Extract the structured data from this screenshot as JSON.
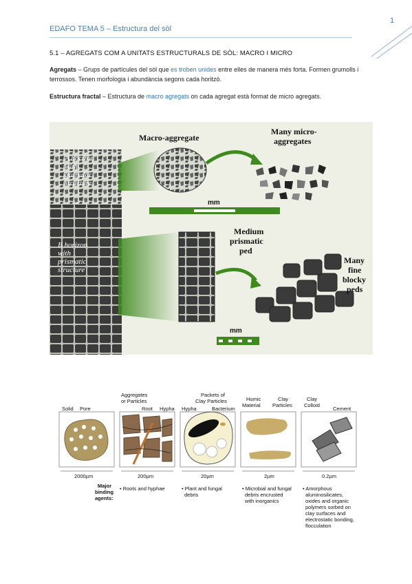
{
  "header": {
    "title": "EDAFO TEMA 5 – Estructura del sòl",
    "page_number": "1"
  },
  "section": {
    "title": "5.1 – AGREGATS COM A UNITATS ESTRUCTURALS DE SÒL: MACRO I MICRO"
  },
  "paragraphs": {
    "p1_term": "Agregats",
    "p1_a": " – Grups de partícules del sòl que ",
    "p1_link": "es troben unides",
    "p1_b": " entre elles de manera més forta. Formen grumolls i terrossos. Tenen morfologia i abundància segons cada horitzó.",
    "p2_term": "Estructura fractal",
    "p2_a": " – Estructura de ",
    "p2_link": "macro agregats",
    "p2_b": " on cada agregat està format de micro agregats."
  },
  "figure1": {
    "a_horizon_label_1": "A horizon",
    "a_horizon_label_2": "with",
    "a_horizon_label_3": "granular",
    "a_horizon_label_4": "structure",
    "b_horizon_label_1": "B horizon",
    "b_horizon_label_2": "with",
    "b_horizon_label_3": "prismatic",
    "b_horizon_label_4": "structure",
    "macro_label": "Macro-aggregate",
    "micro_label_1": "Many micro-",
    "micro_label_2": "aggregates",
    "ped_label_1": "Medium",
    "ped_label_2": "prismatic",
    "ped_label_3": "ped",
    "blocky_label_1": "Many",
    "blocky_label_2": "fine",
    "blocky_label_3": "blocky",
    "blocky_label_4": "peds",
    "mm_1": "mm",
    "mm_2": "mm",
    "colors": {
      "green": "#3f8a1e",
      "dark": "#2b2b2b",
      "background": "#eef0e6"
    }
  },
  "figure2": {
    "panel1": {
      "solid": "Solid",
      "pore": "Pore",
      "scale": "2000µm"
    },
    "panel2": {
      "aggregates_1": "Aggregates",
      "aggregates_2": "or Particles",
      "root": "Root",
      "hypha": "Hypha",
      "scale": "200µm"
    },
    "panel3": {
      "packets_1": "Packets of",
      "packets_2": "Clay Particles",
      "hypha": "Hypha",
      "bacterium": "Bacterium",
      "scale": "20µm"
    },
    "panel4": {
      "humic_1": "Humic",
      "humic_2": "Material",
      "clay_1": "Clay",
      "clay_2": "Particles",
      "scale": "2µm"
    },
    "panel5": {
      "clay_1": "Clay",
      "clay_2": "Colloid",
      "cement": "Cement",
      "scale": "0.2µm"
    },
    "binding_1": "Major",
    "binding_2": "binding",
    "binding_3": "agents:",
    "agent2": "• Roots and hyphae",
    "agent3_1": "• Plant and fungal",
    "agent3_2": "debris",
    "agent4_1": "• Microbial and fungal",
    "agent4_2": "debris encrusted",
    "agent4_3": "with inorganics",
    "agent5_1": "• Amorphous",
    "agent5_2": "aluminosilicates,",
    "agent5_3": "oxides and organic",
    "agent5_4": "polymers sorbed on",
    "agent5_5": "clay surfaces and",
    "agent5_6": "electrostatic bonding,",
    "agent5_7": "flocculation"
  }
}
